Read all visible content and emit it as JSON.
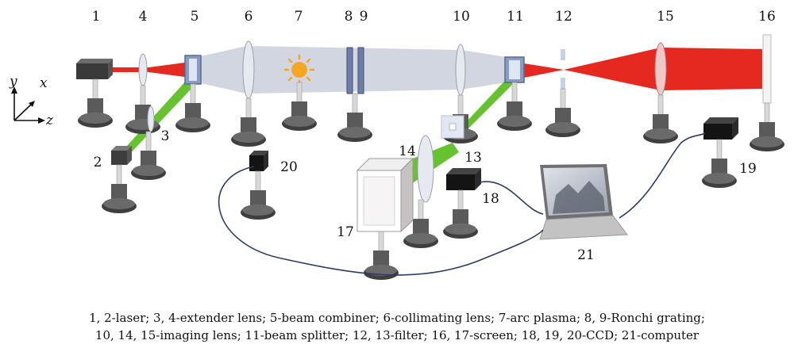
{
  "diagram": {
    "component_numbers": [
      "1",
      "2",
      "3",
      "4",
      "5",
      "6",
      "7",
      "8",
      "9",
      "10",
      "11",
      "12",
      "13",
      "14",
      "15",
      "16",
      "17",
      "18",
      "19",
      "20",
      "21"
    ],
    "axes": {
      "y": "y",
      "x": "x",
      "z": "z"
    }
  },
  "caption": {
    "line1": "1, 2-laser; 3, 4-extender lens; 5-beam combiner; 6-collimating lens; 7-arc plasma; 8, 9-Ronchi grating;",
    "line2": "10, 14, 15-imaging lens; 11-beam splitter; 12, 13-filter; 16, 17-screen; 18, 19, 20-CCD; 21-computer"
  },
  "colors": {
    "beam_red": "#e52820",
    "beam_green": "#66c22e",
    "beam_gray": "#c9cfdc",
    "stand_dark": "#4a4a4a",
    "lens_fill": "#e6e9ef",
    "component_blue": "#8a9cc4",
    "sun_yellow": "#f5a623"
  },
  "icons": [
    "laser-icon",
    "lens-icon",
    "beam-combiner-icon",
    "arc-plasma-icon",
    "grating-icon",
    "beam-splitter-icon",
    "filter-icon",
    "screen-icon",
    "ccd-camera-icon",
    "laptop-icon",
    "optical-stand-icon"
  ]
}
